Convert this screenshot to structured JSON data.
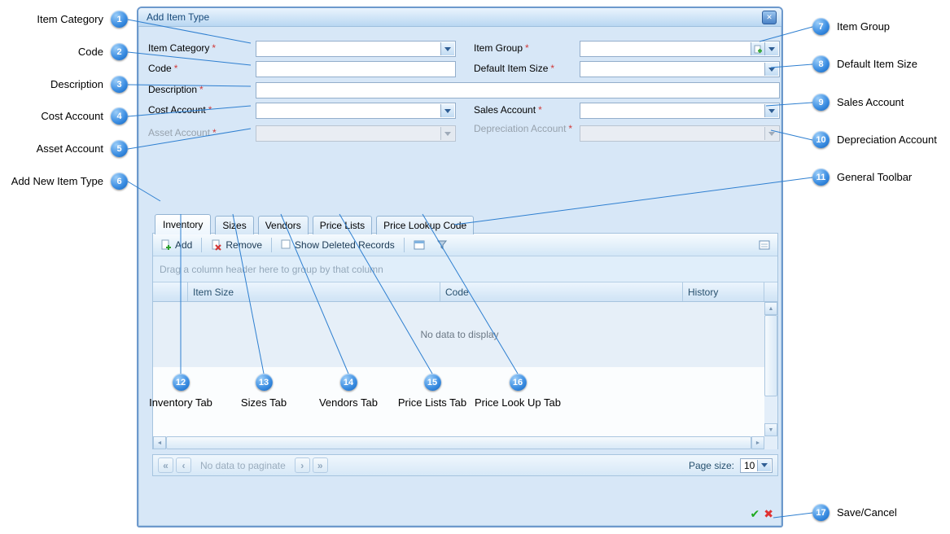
{
  "annotation": {
    "callouts": [
      {
        "num": "1",
        "label": "Item Category"
      },
      {
        "num": "2",
        "label": "Code"
      },
      {
        "num": "3",
        "label": "Description"
      },
      {
        "num": "4",
        "label": "Cost Account"
      },
      {
        "num": "5",
        "label": "Asset Account"
      },
      {
        "num": "6",
        "label": "Add New Item Type"
      },
      {
        "num": "7",
        "label": "Item Group"
      },
      {
        "num": "8",
        "label": "Default Item Size"
      },
      {
        "num": "9",
        "label": "Sales Account"
      },
      {
        "num": "10",
        "label": "Depreciation Account"
      },
      {
        "num": "11",
        "label": "General Toolbar"
      },
      {
        "num": "12",
        "label": "Inventory Tab"
      },
      {
        "num": "13",
        "label": "Sizes Tab"
      },
      {
        "num": "14",
        "label": "Vendors Tab"
      },
      {
        "num": "15",
        "label": "Price Lists Tab"
      },
      {
        "num": "16",
        "label": "Price Look Up Tab"
      },
      {
        "num": "17",
        "label": "Save/Cancel"
      }
    ]
  },
  "dialog": {
    "title": "Add Item Type",
    "fields": {
      "item_category": {
        "label": "Item Category",
        "star": "*"
      },
      "item_group": {
        "label": "Item Group",
        "star": "*"
      },
      "code": {
        "label": "Code",
        "star": "*"
      },
      "default_item_size": {
        "label": "Default Item Size",
        "star": "*"
      },
      "description": {
        "label": "Description",
        "star": "*"
      },
      "cost_account": {
        "label": "Cost Account",
        "star": "*"
      },
      "sales_account": {
        "label": "Sales Account",
        "star": "*"
      },
      "asset_account": {
        "label": "Asset Account",
        "star": "*"
      },
      "depreciation_account": {
        "label": "Depreciation Account",
        "star": "*"
      }
    },
    "tabs": [
      {
        "label": "Inventory"
      },
      {
        "label": "Sizes"
      },
      {
        "label": "Vendors"
      },
      {
        "label": "Price Lists"
      },
      {
        "label": "Price Lookup Code"
      }
    ],
    "toolbar": {
      "add": "Add",
      "remove": "Remove",
      "show_deleted": "Show Deleted Records"
    },
    "grid": {
      "group_hint": "Drag a column header here to group by that column",
      "columns": [
        {
          "label": ""
        },
        {
          "label": "Item Size"
        },
        {
          "label": "Code"
        },
        {
          "label": "History"
        }
      ],
      "empty_text": "No data to display",
      "pager": {
        "empty_text": "No data to paginate",
        "page_size_label": "Page size:",
        "page_size_value": "10"
      }
    }
  },
  "icons": {
    "close": "✕",
    "scroll_up": "▲",
    "scroll_down": "▼",
    "scroll_left": "◄",
    "scroll_right": "►",
    "pager_first": "«",
    "pager_prev": "‹",
    "pager_next": "›",
    "pager_last": "»",
    "save_check": "✔",
    "cancel_cross": "✖"
  }
}
